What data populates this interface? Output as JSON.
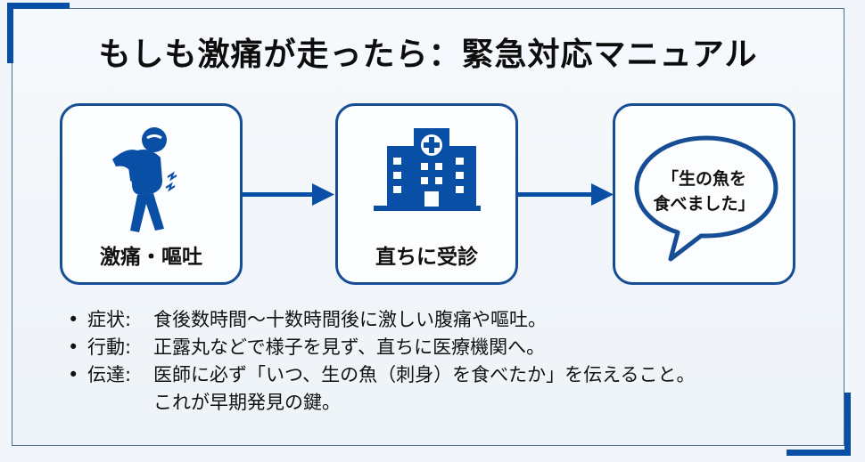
{
  "title": "もしも激痛が走ったら：緊急対応マニュアル",
  "colors": {
    "accent": "#0a4fa6",
    "card_border": "#164d95",
    "frame_line": "#4e6f8c",
    "background": "#f2f6fa",
    "text": "#111111"
  },
  "flow": {
    "steps": [
      {
        "icon": "person-stomach-pain-icon",
        "label": "激痛・嘔吐"
      },
      {
        "icon": "hospital-icon",
        "label": "直ちに受診"
      },
      {
        "icon": "speech-bubble-icon",
        "label": "",
        "bubble_lines": [
          "「生の魚を",
          "食べました」"
        ]
      }
    ],
    "connectors": [
      "arrow-right-icon",
      "arrow-right-icon"
    ]
  },
  "bullets": [
    {
      "dot": "•",
      "key": "症状:",
      "text": "食後数時間〜十数時間後に激しい腹痛や嘔吐。"
    },
    {
      "dot": "•",
      "key": "行動:",
      "text": "正露丸などで様子を見ず、直ちに医療機関へ。"
    },
    {
      "dot": "•",
      "key": "伝達:",
      "text": "医師に必ず「いつ、生の魚（刺身）を食べたか」を伝えること。",
      "continuation": "これが早期発見の鍵。"
    }
  ]
}
